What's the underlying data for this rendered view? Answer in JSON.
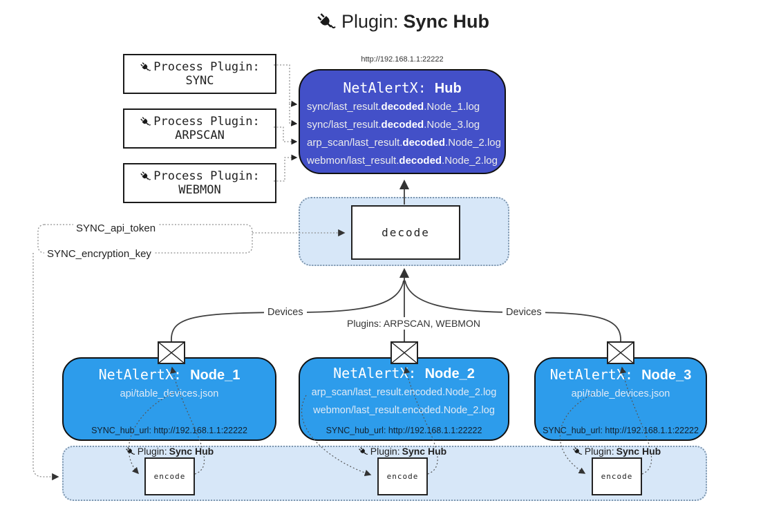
{
  "title": {
    "prefix": "Plugin: ",
    "bold": "Sync Hub"
  },
  "icons": {
    "plug": "power-plug",
    "envelope": "mail-envelope"
  },
  "colors": {
    "hub_fill": "#4350c8",
    "node_fill": "#2d9ceb",
    "panel_fill": "#d7e7f8",
    "panel_border": "#7d95ad",
    "line": "#3f3f3f"
  },
  "hub": {
    "url": "http://192.168.1.1:22222",
    "title_prefix": "NetAlertX: ",
    "title_bold": "Hub",
    "lines": [
      {
        "pre": "sync/last_result.",
        "bold": "decoded",
        "post": ".Node_1.log"
      },
      {
        "pre": "sync/last_result.",
        "bold": "decoded",
        "post": ".Node_3.log"
      },
      {
        "pre": "arp_scan/last_result.",
        "bold": "decoded",
        "post": ".Node_2.log"
      },
      {
        "pre": "webmon/last_result.",
        "bold": "decoded",
        "post": ".Node_2.log"
      }
    ]
  },
  "process_plugins": [
    {
      "label": "Process Plugin:",
      "name": "SYNC"
    },
    {
      "label": "Process Plugin:",
      "name": "ARPSCAN"
    },
    {
      "label": "Process Plugin:",
      "name": "WEBMON"
    }
  ],
  "decode": {
    "label": "decode"
  },
  "env": {
    "api_token": "SYNC_api_token",
    "encryption_key": "SYNC_encryption_key"
  },
  "edge_labels": {
    "devices_left": "Devices",
    "plugins_center": "Plugins: ARPSCAN, WEBMON",
    "devices_right": "Devices"
  },
  "nodes": [
    {
      "title_prefix": "NetAlertX: ",
      "title_bold": "Node_1",
      "lines": [
        "api/table_devices.json"
      ],
      "footer": "SYNC_hub_url: http://192.168.1.1:22222"
    },
    {
      "title_prefix": "NetAlertX: ",
      "title_bold": "Node_2",
      "lines": [
        "arp_scan/last_result.encoded.Node_2.log",
        "webmon/last_result.encoded.Node_2.log"
      ],
      "footer": "SYNC_hub_url: http://192.168.1.1:22222"
    },
    {
      "title_prefix": "NetAlertX: ",
      "title_bold": "Node_3",
      "lines": [
        "api/table_devices.json"
      ],
      "footer": "SYNC_hub_url: http://192.168.1.1:22222"
    }
  ],
  "encode_sections": [
    {
      "label_prefix": "Plugin: ",
      "label_bold": "Sync Hub",
      "box": "encode"
    },
    {
      "label_prefix": "Plugin: ",
      "label_bold": "Sync Hub",
      "box": "encode"
    },
    {
      "label_prefix": "Plugin: ",
      "label_bold": "Sync Hub",
      "box": "encode"
    }
  ]
}
